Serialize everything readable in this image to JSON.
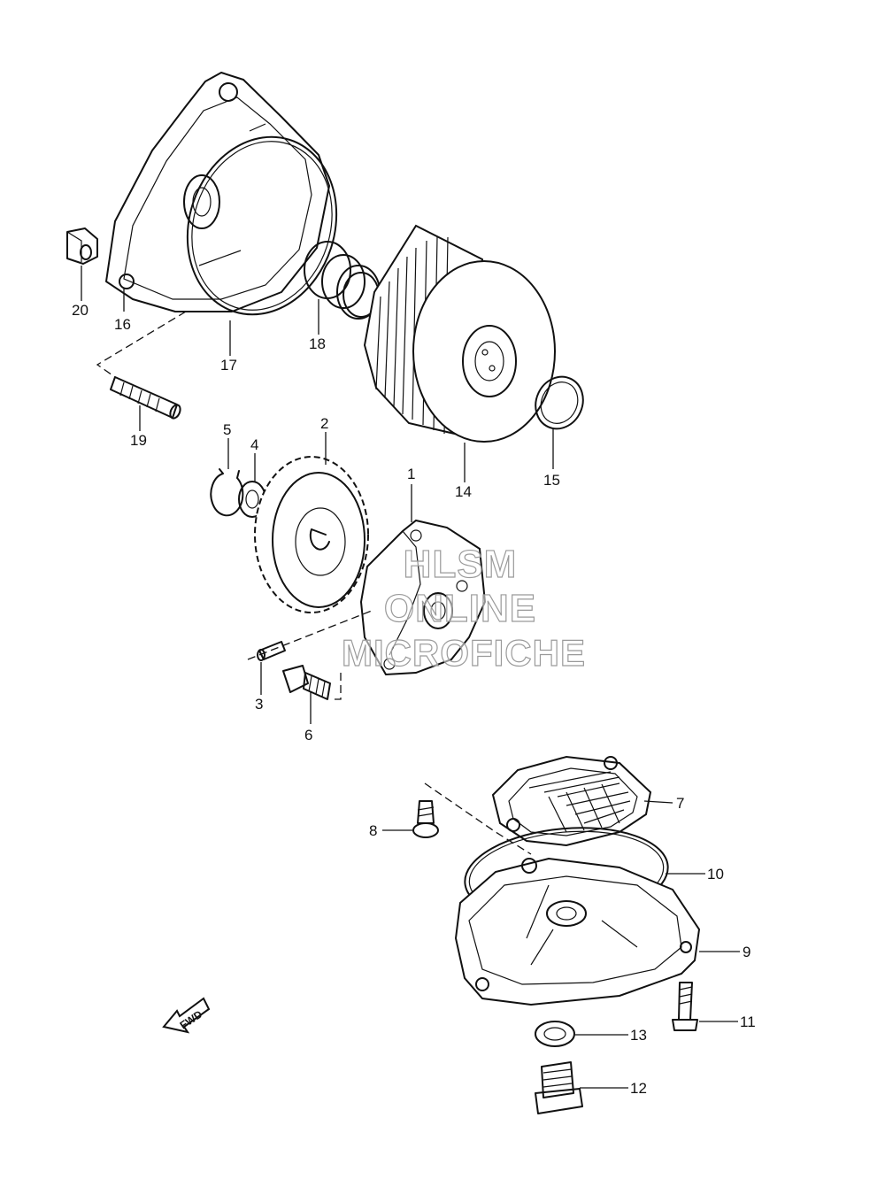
{
  "callouts": [
    {
      "label": "1"
    },
    {
      "label": "2"
    },
    {
      "label": "3"
    },
    {
      "label": "4"
    },
    {
      "label": "5"
    },
    {
      "label": "6"
    },
    {
      "label": "7"
    },
    {
      "label": "8"
    },
    {
      "label": "9"
    },
    {
      "label": "10"
    },
    {
      "label": "11"
    },
    {
      "label": "12"
    },
    {
      "label": "13"
    },
    {
      "label": "14"
    },
    {
      "label": "15"
    },
    {
      "label": "16"
    },
    {
      "label": "17"
    },
    {
      "label": "18"
    },
    {
      "label": "19"
    },
    {
      "label": "20"
    }
  ],
  "watermark": {
    "line1": "HLSM",
    "line2": "ONLINE",
    "line3": "MICROFICHE"
  },
  "fwd_arrow": {
    "label": "FWD"
  }
}
